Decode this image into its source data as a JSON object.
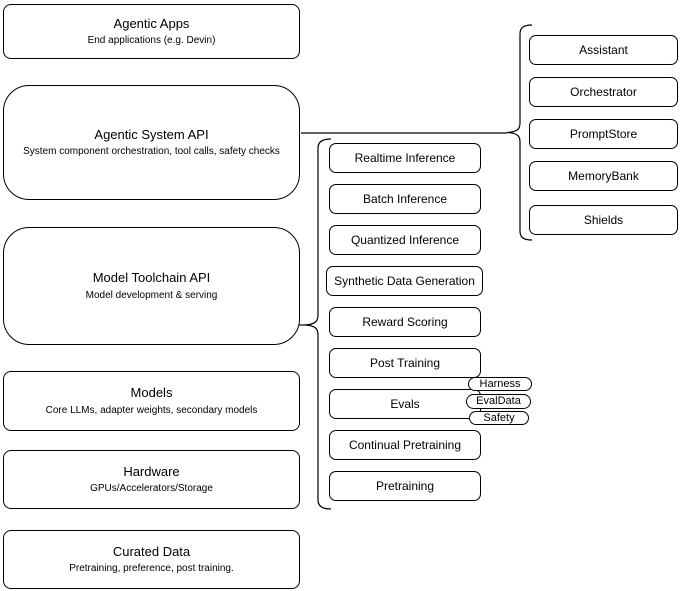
{
  "left_stack": [
    {
      "title": "Agentic Apps",
      "subtitle": "End applications (e.g. Devin)"
    },
    {
      "title": "Agentic System API",
      "subtitle": "System component orchestration, tool calls, safety checks"
    },
    {
      "title": "Model Toolchain API",
      "subtitle": "Model development & serving"
    },
    {
      "title": "Models",
      "subtitle": "Core LLMs, adapter weights, secondary models"
    },
    {
      "title": "Hardware",
      "subtitle": "GPUs/Accelerators/Storage"
    },
    {
      "title": "Curated Data",
      "subtitle": "Pretraining, preference, post training."
    }
  ],
  "toolchain_group": {
    "items": [
      "Realtime Inference",
      "Batch Inference",
      "Quantized Inference",
      "Synthetic Data Generation",
      "Reward Scoring",
      "Post Training",
      "Evals",
      "Continual Pretraining",
      "Pretraining"
    ],
    "evals_tags": [
      "Harness",
      "EvalData",
      "Safety"
    ]
  },
  "system_group": {
    "items": [
      "Assistant",
      "Orchestrator",
      "PromptStore",
      "MemoryBank",
      "Shields"
    ]
  },
  "colors": {
    "stroke": "#000000",
    "fill": "#ffffff",
    "background": "#ffffff"
  }
}
